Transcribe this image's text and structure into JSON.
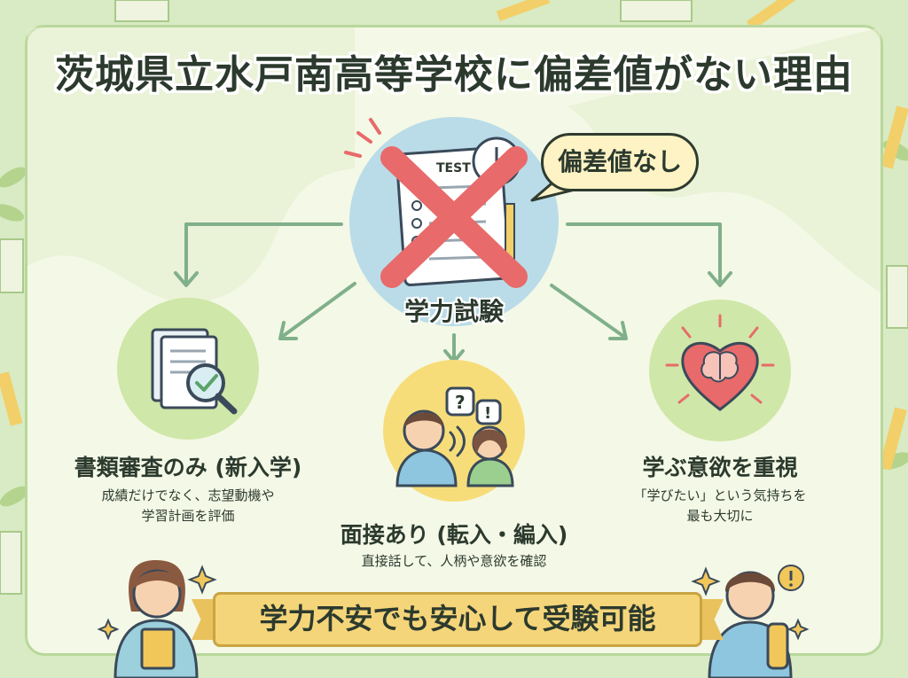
{
  "title": "茨城県立水戸南高等学校に偏差値がない理由",
  "center": {
    "test_text": "TEST",
    "bubble": "偏差値なし",
    "label": "学力試験"
  },
  "items": [
    {
      "heading": "書類審査のみ (新入学)",
      "desc_line1": "成績だけでなく、志望動機や",
      "desc_line2": "学習計画を評価"
    },
    {
      "heading": "面接あり (転入・編入)",
      "desc_line1": "直接話して、人柄や意欲を確認"
    },
    {
      "heading": "学ぶ意欲を重視",
      "desc_line1": "「学びたい」という気持ちを",
      "desc_line2": "最も大切に"
    }
  ],
  "interview_marks": [
    "?",
    "!"
  ],
  "banner": "学力不安でも安心して受験可能",
  "colors": {
    "background": "#d8ebc4",
    "panel": "#f4f8e6",
    "circle_green": "#cfe7a8",
    "circle_blue": "#b9dce8",
    "circle_yellow": "#f7dd7a",
    "cross_red": "#e86a6a",
    "banner": "#f5d57a",
    "arrow": "#7fb08a"
  }
}
